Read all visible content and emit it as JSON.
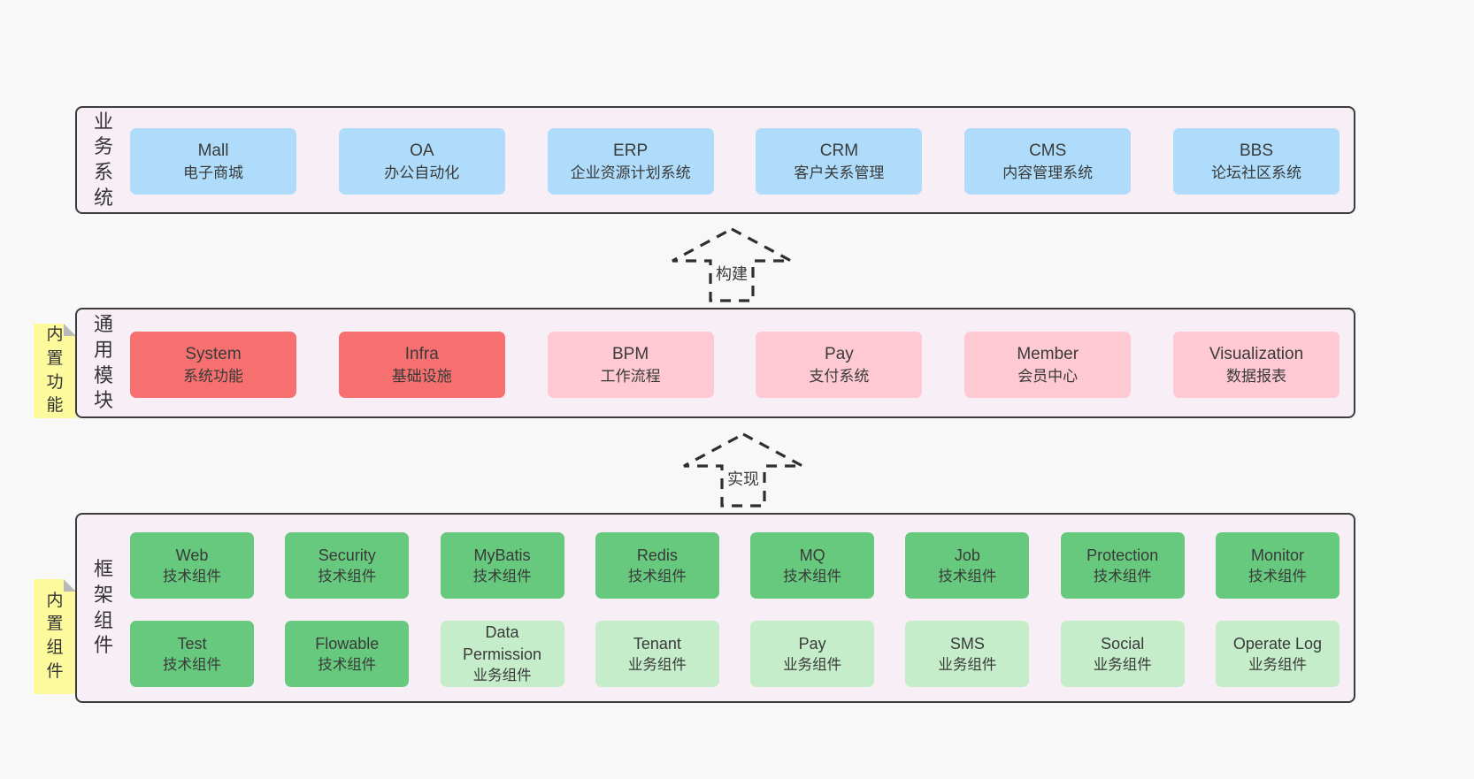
{
  "colors": {
    "page_bg": "#f8f8f8",
    "panel_bg": "#f8eef6",
    "panel_border": "#3c3c3c",
    "business_box": "#aedcfa",
    "core_module_box": "#f5706f",
    "optional_module_box": "#fec9d3",
    "tech_component_box": "#66c97d",
    "biz_component_box": "#c5edca",
    "sticky_note": "#fdfa9e",
    "text": "#3a3a3a"
  },
  "arrows": [
    {
      "label": "构建"
    },
    {
      "label": "实现"
    }
  ],
  "sections": [
    {
      "label": "业务系统",
      "rows": [
        [
          {
            "en": "Mall",
            "cn": "电子商城"
          },
          {
            "en": "OA",
            "cn": "办公自动化"
          },
          {
            "en": "ERP",
            "cn": "企业资源计划系统"
          },
          {
            "en": "CRM",
            "cn": "客户关系管理"
          },
          {
            "en": "CMS",
            "cn": "内容管理系统"
          },
          {
            "en": "BBS",
            "cn": "论坛社区系统"
          }
        ]
      ]
    },
    {
      "label": "通用模块",
      "note": "内置功能",
      "rows": [
        [
          {
            "en": "System",
            "cn": "系统功能"
          },
          {
            "en": "Infra",
            "cn": "基础设施"
          },
          {
            "en": "BPM",
            "cn": "工作流程"
          },
          {
            "en": "Pay",
            "cn": "支付系统"
          },
          {
            "en": "Member",
            "cn": "会员中心"
          },
          {
            "en": "Visualization",
            "cn": "数据报表"
          }
        ]
      ]
    },
    {
      "label": "框架组件",
      "note": "内置组件",
      "rows": [
        [
          {
            "en": "Web",
            "cn": "技术组件"
          },
          {
            "en": "Security",
            "cn": "技术组件"
          },
          {
            "en": "MyBatis",
            "cn": "技术组件"
          },
          {
            "en": "Redis",
            "cn": "技术组件"
          },
          {
            "en": "MQ",
            "cn": "技术组件"
          },
          {
            "en": "Job",
            "cn": "技术组件"
          },
          {
            "en": "Protection",
            "cn": "技术组件"
          },
          {
            "en": "Monitor",
            "cn": "技术组件"
          }
        ],
        [
          {
            "en": "Test",
            "cn": "技术组件"
          },
          {
            "en": "Flowable",
            "cn": "技术组件"
          },
          {
            "en": "Data Permission",
            "cn": "业务组件"
          },
          {
            "en": "Tenant",
            "cn": "业务组件"
          },
          {
            "en": "Pay",
            "cn": "业务组件"
          },
          {
            "en": "SMS",
            "cn": "业务组件"
          },
          {
            "en": "Social",
            "cn": "业务组件"
          },
          {
            "en": "Operate Log",
            "cn": "业务组件"
          }
        ]
      ]
    }
  ]
}
